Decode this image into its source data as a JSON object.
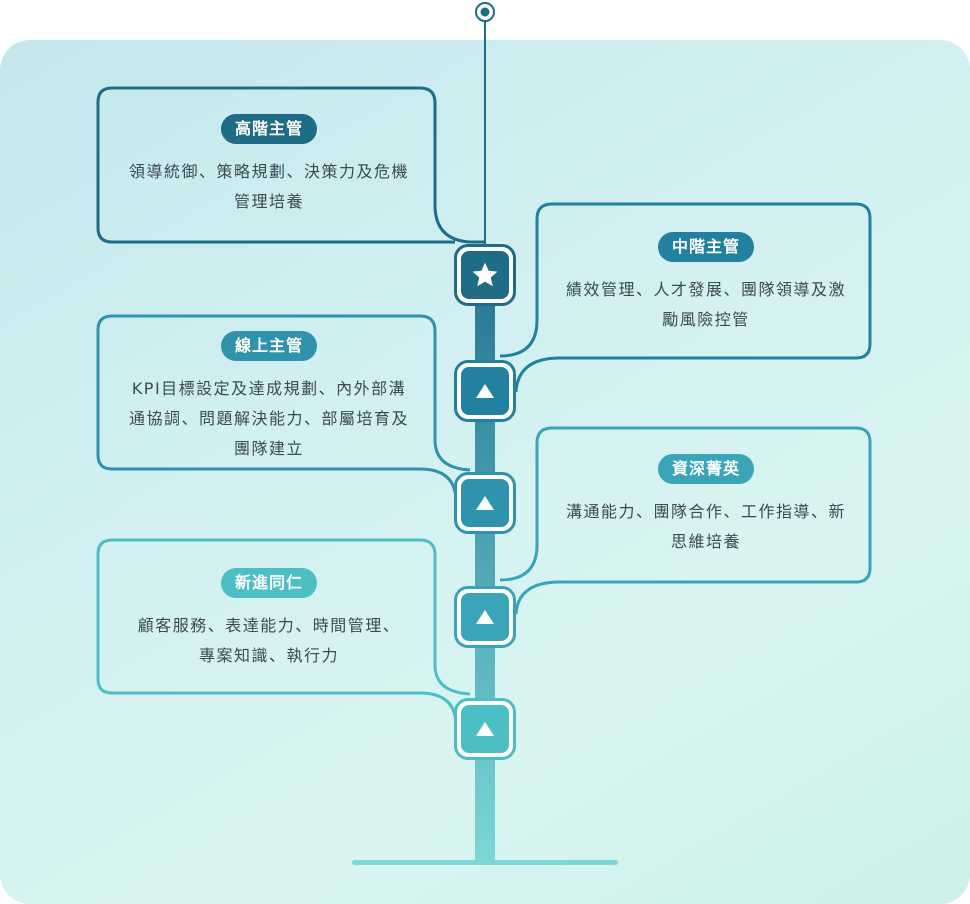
{
  "levels": [
    {
      "title": "高階主管",
      "desc_line1": "領導統御、策略規劃、決策力及危機",
      "desc_line2": "管理培養",
      "desc_line3": "",
      "icon": "star-icon",
      "color": "#1e6c86"
    },
    {
      "title": "中階主管",
      "desc_line1": "績效管理、人才發展、團隊領導及激",
      "desc_line2": "勵風險控管",
      "desc_line3": "",
      "icon": "triangle-up-icon",
      "color": "#2381a0"
    },
    {
      "title": "線上主管",
      "desc_line1": "KPI目標設定及達成規劃、內外部溝",
      "desc_line2": "通協調、問題解決能力、部屬培育及",
      "desc_line3": "團隊建立",
      "icon": "triangle-up-icon",
      "color": "#2f93ad"
    },
    {
      "title": "資深菁英",
      "desc_line1": "溝通能力、團隊合作、工作指導、新",
      "desc_line2": "思維培養",
      "desc_line3": "",
      "icon": "triangle-up-icon",
      "color": "#3aa5b8"
    },
    {
      "title": "新進同仁",
      "desc_line1": "顧客服務、表達能力、時間管理、",
      "desc_line2": "專案知識、執行力",
      "desc_line3": "",
      "icon": "triangle-up-icon",
      "color": "#4cbfc4"
    }
  ],
  "colors": {
    "stem_top": "#2a7a97",
    "stem_bottom": "#7ad8d6",
    "panel": "#d2f0f1"
  }
}
